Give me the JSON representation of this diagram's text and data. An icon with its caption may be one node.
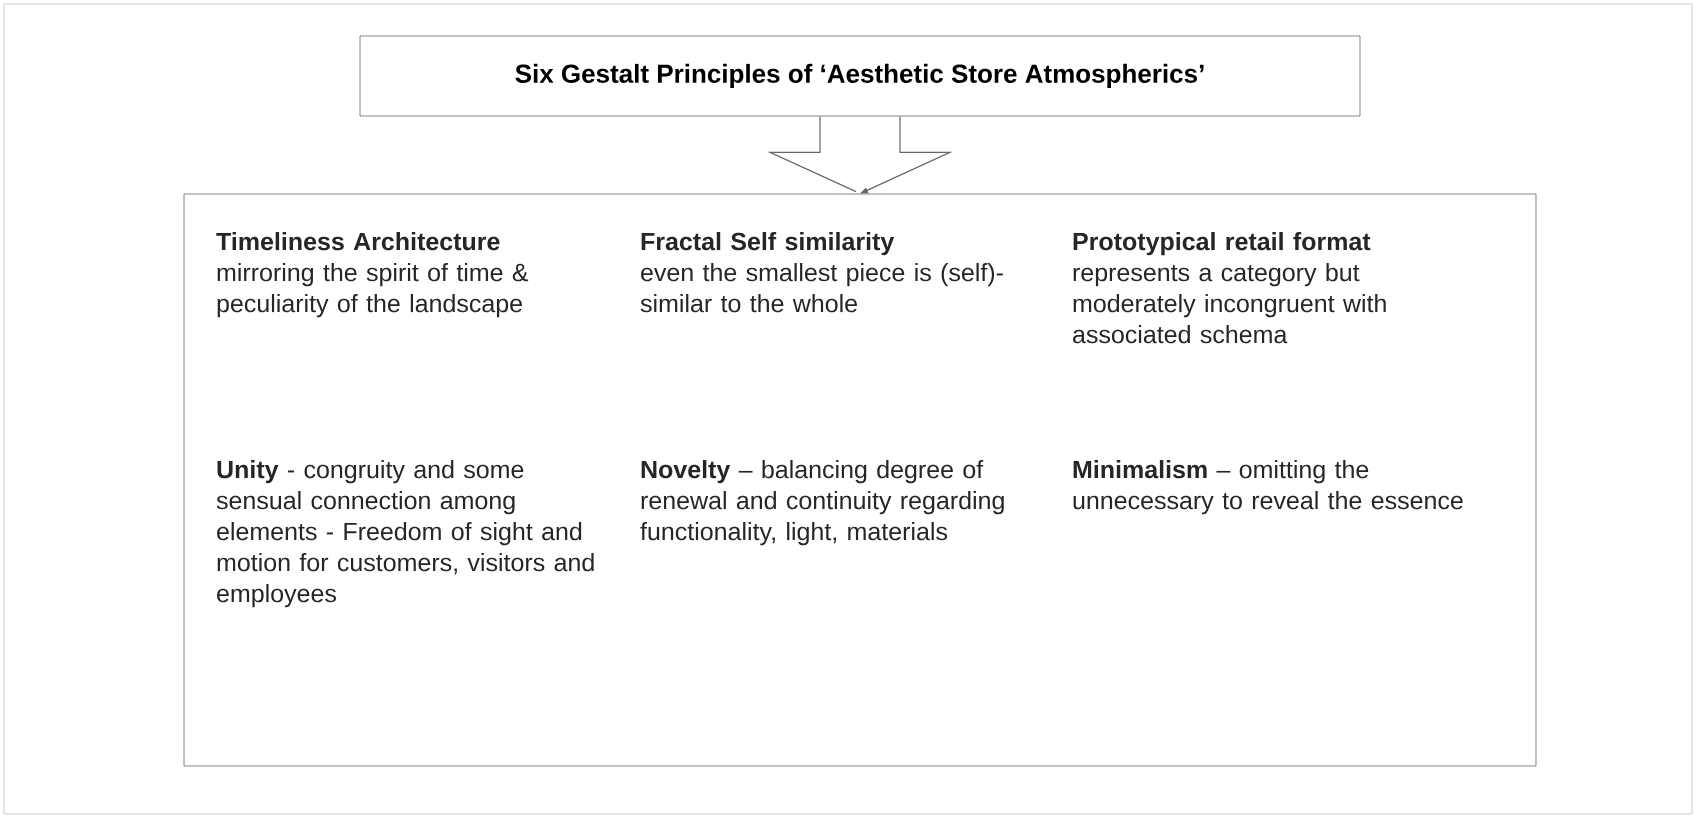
{
  "diagram": {
    "nodes": [
      {
        "text": [
          "Six Gestalt Principles of  ‘Aesthetic Store Atmospherics’"
        ]
      },
      {
        "text": [],
        "shape": "box"
      },
      {
        "text": [
          "Timeliness Architecture",
          "mirroring the spirit of time & peculiarity of the landscape"
        ],
        "in": 1
      },
      {
        "text": [
          "Fractal Self similarity",
          "even the smallest piece is (self)-similar to the whole"
        ],
        "in": 1
      },
      {
        "text": [
          "Prototypical retail format",
          "represents a category but moderately incongruent with associated schema"
        ],
        "in": 1
      },
      {
        "text": [
          "**Unity** - congruity and some sensual connection among elements - Freedom of sight and motion for customers, visitors and employees"
        ],
        "in": 1
      },
      {
        "text": [
          "**Novelty** – balancing degree of renewal and continuity regarding functionality, light, materials"
        ],
        "in": 1
      },
      {
        "text": [
          "**Minimalism** – omitting the unnecessary to reveal the essence"
        ],
        "in": 1
      }
    ],
    "edges": [
      {
        "from": 0,
        "to": 1,
        "arrow": "to"
      }
    ]
  }
}
